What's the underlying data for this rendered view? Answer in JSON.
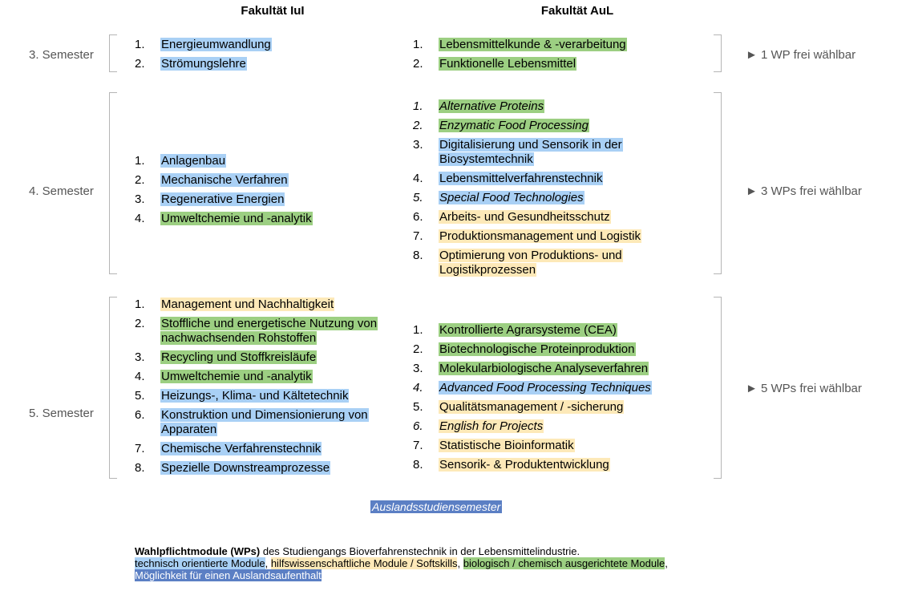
{
  "headers": {
    "iul": "Fakultät IuI",
    "aul": "Fakultät AuL"
  },
  "semesters": [
    {
      "label": "3. Semester",
      "wp": "► 1 WP frei wählbar",
      "iul": [
        {
          "num": "1.",
          "text": "Energieumwandlung",
          "color": "blue"
        },
        {
          "num": "2.",
          "text": "Strömungslehre",
          "color": "blue"
        }
      ],
      "aul": [
        {
          "num": "1.",
          "text": "Lebensmittelkunde & -verarbeitung",
          "color": "green"
        },
        {
          "num": "2.",
          "text": "Funktionelle Lebensmittel",
          "color": "green"
        }
      ]
    },
    {
      "label": "4. Semester",
      "wp": "► 3 WPs frei wählbar",
      "iul": [
        {
          "num": "1.",
          "text": "Anlagenbau",
          "color": "blue"
        },
        {
          "num": "2.",
          "text": "Mechanische Verfahren",
          "color": "blue"
        },
        {
          "num": "3.",
          "text": "Regenerative Energien",
          "color": "blue"
        },
        {
          "num": "4.",
          "text": "Umweltchemie und -analytik",
          "color": "green"
        }
      ],
      "aul": [
        {
          "num": "1.",
          "text": "Alternative Proteins",
          "color": "green",
          "italic": true
        },
        {
          "num": "2.",
          "text": "Enzymatic Food Processing",
          "color": "green",
          "italic": true
        },
        {
          "num": "3.",
          "lines": [
            "Digitalisierung und Sensorik in der",
            "Biosystemtechnik"
          ],
          "color": "blue"
        },
        {
          "num": "4.",
          "text": "Lebensmittelverfahrenstechnik",
          "color": "blue"
        },
        {
          "num": "5.",
          "text": "Special Food Technologies",
          "color": "blue",
          "italic": true
        },
        {
          "num": "6.",
          "text": "Arbeits- und Gesundheitsschutz",
          "color": "yellow"
        },
        {
          "num": "7.",
          "text": "Produktionsmanagement und Logistik",
          "color": "yellow"
        },
        {
          "num": "8.",
          "lines": [
            "Optimierung von Produktions- und",
            "Logistikprozessen"
          ],
          "color": "yellow"
        }
      ]
    },
    {
      "label": "5. Semester",
      "wp": "► 5 WPs frei wählbar",
      "iul": [
        {
          "num": "1.",
          "text": "Management und Nachhaltigkeit",
          "color": "yellow"
        },
        {
          "num": "2.",
          "lines": [
            "Stoffliche und energetische Nutzung von",
            "nachwachsenden Rohstoffen"
          ],
          "color": "green"
        },
        {
          "num": "3.",
          "text": "Recycling und Stoffkreisläufe",
          "color": "green"
        },
        {
          "num": "4.",
          "text": "Umweltchemie und -analytik",
          "color": "green"
        },
        {
          "num": "5.",
          "text": "Heizungs-, Klima- und Kältetechnik",
          "color": "blue"
        },
        {
          "num": "6.",
          "lines": [
            "Konstruktion und Dimensionierung von",
            "Apparaten"
          ],
          "color": "blue"
        },
        {
          "num": "7.",
          "text": "Chemische Verfahrenstechnik",
          "color": "blue"
        },
        {
          "num": "8.",
          "text": "Spezielle Downstreamprozesse",
          "color": "blue"
        }
      ],
      "aul": [
        {
          "num": "1.",
          "text": "Kontrollierte Agrarsysteme (CEA)",
          "color": "green"
        },
        {
          "num": "2.",
          "text": "Biotechnologische Proteinproduktion",
          "color": "green"
        },
        {
          "num": "3.",
          "text": "Molekularbiologische Analyseverfahren",
          "color": "green"
        },
        {
          "num": "4.",
          "text": "Advanced Food Processing Techniques",
          "color": "blue",
          "italic": true
        },
        {
          "num": "5.",
          "text": "Qualitätsmanagement / -sicherung",
          "color": "yellow"
        },
        {
          "num": "6.",
          "text": "English for Projects",
          "color": "yellow",
          "italic": true
        },
        {
          "num": "7.",
          "text": "Statistische Bioinformatik",
          "color": "yellow"
        },
        {
          "num": "8.",
          "text": "Sensorik- & Produktentwicklung",
          "color": "yellow"
        }
      ]
    }
  ],
  "abroad_label": "Auslandsstudiensemester",
  "legend": {
    "title_bold": "Wahlpflichtmodule (WPs)",
    "title_rest": " des Studiengangs Bioverfahrenstechnik in der Lebensmittelindustrie.",
    "line2": [
      {
        "text": "technisch orientierte Module",
        "color": "blue"
      },
      {
        "text": ", ",
        "color": "none"
      },
      {
        "text": "hilfswissenschaftliche Module / Softskills",
        "color": "yellow"
      },
      {
        "text": ", ",
        "color": "none"
      },
      {
        "text": "biologisch / chemisch ausgerichtete Module",
        "color": "green"
      },
      {
        "text": ",",
        "color": "none"
      }
    ],
    "line3": "Möglichkeit für einen Auslandsaufenthalt"
  }
}
